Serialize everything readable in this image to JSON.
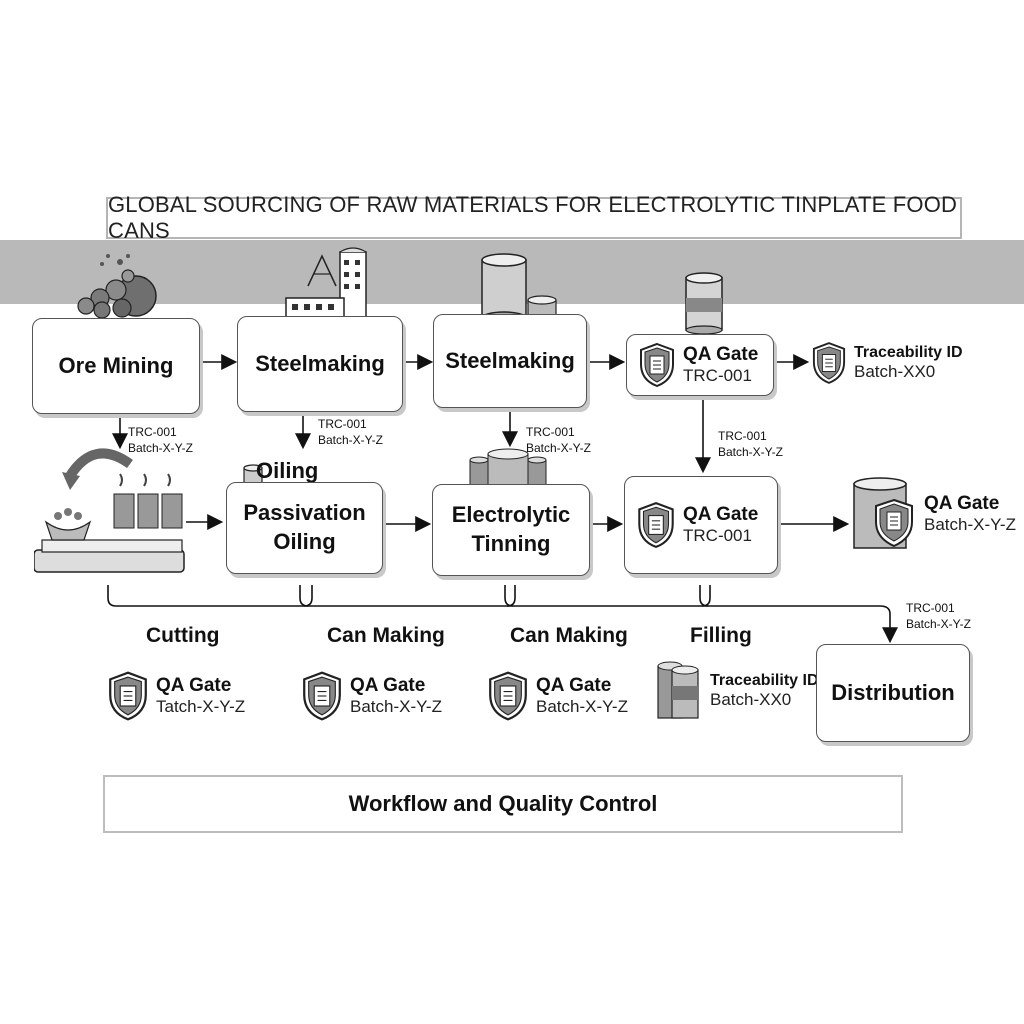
{
  "title": "GLOBAL SOURCING OF RAW MATERIALS FOR ELECTROLYTIC TINPLATE FOOD CANS",
  "footer": "Workflow and Quality Control",
  "row1": {
    "ore": "Ore Mining",
    "steel1": "Steelmaking",
    "steel2": "Steelmaking",
    "qa_title": "QA Gate",
    "qa_code": "TRC-001",
    "trace_title": "Traceability ID",
    "trace_code": "Batch-XX0"
  },
  "row2": {
    "oiling_top": "Oiling",
    "passivation_1": "Passivation",
    "passivation_2": "Oiling",
    "tinning_1": "Electrolytic",
    "tinning_2": "Tinning",
    "qa_title": "QA Gate",
    "qa_code": "TRC-001",
    "can_qa_title": "QA Gate",
    "can_qa_code": "Batch-X-Y-Z"
  },
  "codes": {
    "c1_1": "TRC-001",
    "c1_2": "Batch-X-Y-Z",
    "c2_1": "TRC-001",
    "c2_2": "Batch-X-Y-Z",
    "c3_1": "TRC-001",
    "c3_2": "Batch-X-Y-Z",
    "c4_1": "TRC-001",
    "c4_2": "Batch-X-Y-Z",
    "c5_1": "TRC-001",
    "c5_2": "Batch-X-Y-Z"
  },
  "row3": {
    "cutting": "Cutting",
    "can_making_1": "Can Making",
    "can_making_2": "Can Making",
    "filling": "Filling",
    "b1_title": "QA Gate",
    "b1_code": "Tatch-X-Y-Z",
    "b2_title": "QA Gate",
    "b2_code": "Batch-X-Y-Z",
    "b3_title": "QA Gate",
    "b3_code": "Batch-X-Y-Z",
    "trace_title": "Traceability ID",
    "trace_code": "Batch-XX0",
    "distribution": "Distribution"
  }
}
